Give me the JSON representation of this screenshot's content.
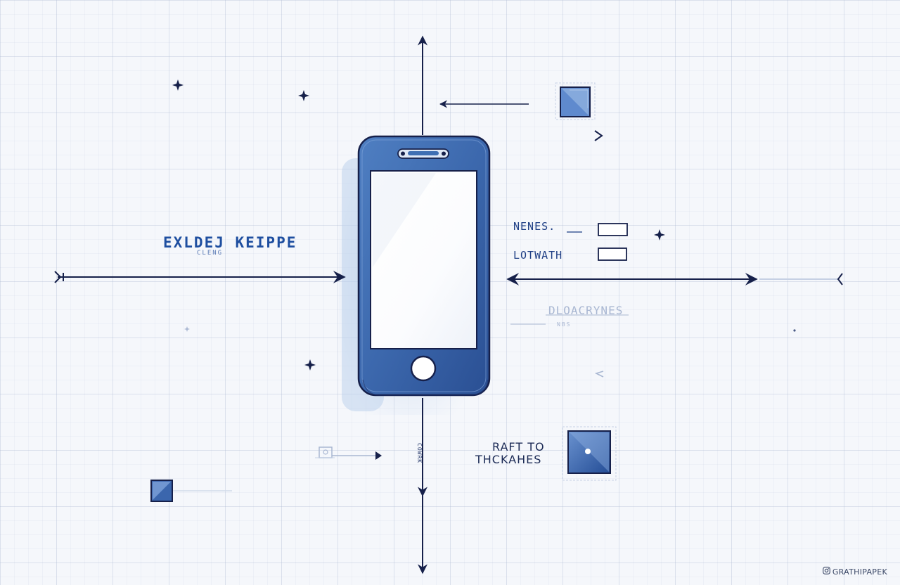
{
  "labels": {
    "left_title": "EXLDEJ KEIPPE",
    "left_subtitle": "CLENG",
    "right_row1": "NENES.",
    "right_row2": "LOTWATH",
    "right_faint_title": "DLOACRYNES",
    "right_faint_sub": "NBS",
    "bottom_caption_line1": "RAFT TO",
    "bottom_caption_line2": "THCKAHES",
    "vertical_text": "COWRK"
  },
  "credit": {
    "icon": "instagram-icon",
    "text": "GRATHIPAPEK"
  },
  "colors": {
    "ink": "#16204a",
    "phone_blue": "#3f6fb3",
    "phone_dark": "#243f80",
    "accent": "#2b5ba8",
    "faint": "#a9b7d2",
    "screen": "#ffffff"
  }
}
